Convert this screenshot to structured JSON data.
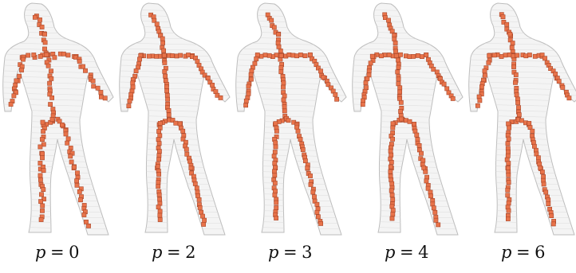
{
  "figure": {
    "panels": [
      {
        "param": "p",
        "op": "=",
        "value": "0"
      },
      {
        "param": "p",
        "op": "=",
        "value": "2"
      },
      {
        "param": "p",
        "op": "=",
        "value": "3"
      },
      {
        "param": "p",
        "op": "=",
        "value": "4"
      },
      {
        "param": "p",
        "op": "=",
        "value": "6"
      }
    ],
    "colors": {
      "skeleton": "#e8734a",
      "skeleton_edge": "#a8472a",
      "mesh": "#bdbdbd"
    }
  }
}
